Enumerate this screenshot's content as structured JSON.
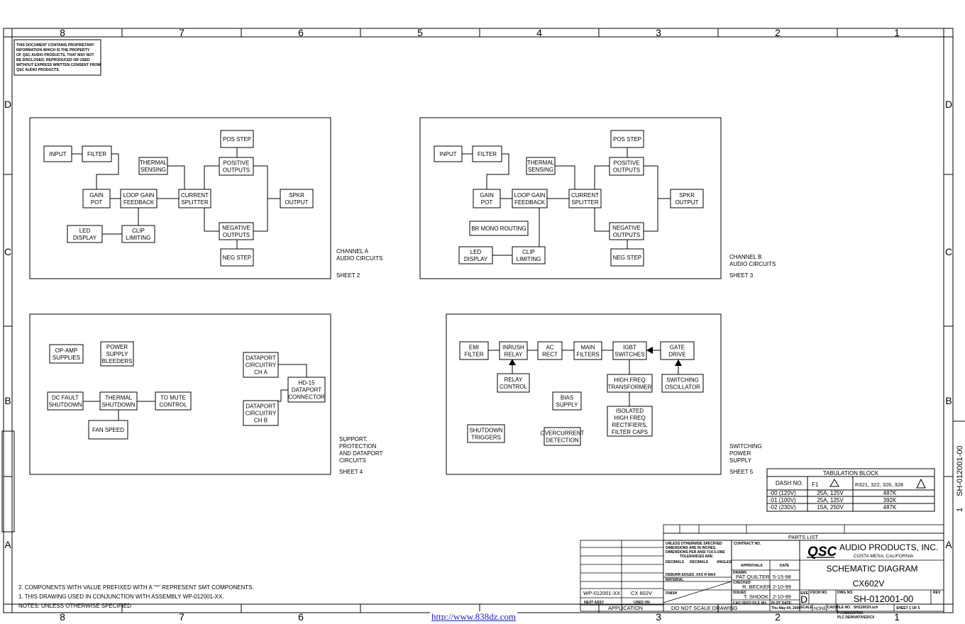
{
  "zones_top": [
    "8",
    "7",
    "6",
    "5",
    "4",
    "3",
    "2",
    "1"
  ],
  "zones_side": [
    "D",
    "C",
    "B",
    "A"
  ],
  "proprietary": [
    "THIS DOCUMENT CONTAINS PROPRIETARY",
    "INFORMATION WHICH IS THE PROPERTY",
    "OF QSC AUDIO PRODUCTS, THAT MAY NOT",
    "BE DISCLOSED, REPRODUCED OR USED",
    "WITHOUT EXPRESS WRITTEN CONSENT FROM",
    "QSC AUDIO PRODUCTS."
  ],
  "blocks": {
    "a_input": "INPUT",
    "a_filter": "FILTER",
    "a_gain": [
      "GAIN",
      "POT"
    ],
    "a_loop": [
      "LOOP GAIN",
      "FEEDBACK"
    ],
    "a_thermal": [
      "THERMAL",
      "SENSING"
    ],
    "a_current": [
      "CURRENT",
      "SPLITTER"
    ],
    "a_posstep": "POS STEP",
    "a_posout": [
      "POSITIVE",
      "OUTPUTS"
    ],
    "a_negout": [
      "NEGATIVE",
      "OUTPUTS"
    ],
    "a_negstep": "NEG STEP",
    "a_spkr": [
      "SPKR",
      "OUTPUT"
    ],
    "a_led": [
      "LED",
      "DISPLAY"
    ],
    "a_clip": [
      "CLIP",
      "LIMITING"
    ],
    "b_input": "INPUT",
    "b_filter": "FILTER",
    "b_gain": [
      "GAIN",
      "POT"
    ],
    "b_loop": [
      "LOOP GAIN",
      "FEEDBACK"
    ],
    "b_thermal": [
      "THERMAL",
      "SENSING"
    ],
    "b_current": [
      "CURRENT",
      "SPLITTER"
    ],
    "b_posstep": "POS STEP",
    "b_posout": [
      "POSITIVE",
      "OUTPUTS"
    ],
    "b_negout": [
      "NEGATIVE",
      "OUTPUTS"
    ],
    "b_negstep": "NEG STEP",
    "b_spkr": [
      "SPKR",
      "OUTPUT"
    ],
    "b_brmono": "BR MONO ROUTING",
    "b_led": [
      "LED",
      "DISPLAY"
    ],
    "b_clip": [
      "CLIP",
      "LIMITING"
    ],
    "s_opamp": [
      "OP-AMP",
      "SUPPLIES"
    ],
    "s_power": [
      "POWER",
      "SUPPLY",
      "BLEEDERS"
    ],
    "s_dc": [
      "DC FAULT",
      "SHUTDOWN"
    ],
    "s_thermal": [
      "THERMAL",
      "SHUTDOWN"
    ],
    "s_mute": [
      "TO MUTE",
      "CONTROL"
    ],
    "s_fan": "FAN SPEED",
    "s_dpa": [
      "DATAPORT",
      "CIRCUITRY",
      "CH A"
    ],
    "s_dpb": [
      "DATAPORT",
      "CIRCUITRY",
      "CH B"
    ],
    "s_hd15": [
      "HD-15",
      "DATAPORT",
      "CONNECTOR"
    ],
    "p_emi": [
      "EMI",
      "FILTER"
    ],
    "p_inrush": [
      "INRUSH",
      "RELAY"
    ],
    "p_ac": [
      "AC",
      "RECT"
    ],
    "p_main": [
      "MAIN",
      "FILTERS"
    ],
    "p_igbt": [
      "IGBT",
      "SWITCHES"
    ],
    "p_gate": [
      "GATE",
      "DRIVE"
    ],
    "p_relay": [
      "RELAY",
      "CONTROL"
    ],
    "p_hf": [
      "HIGH FREQ",
      "TRANSFORMER"
    ],
    "p_osc": [
      "SWITCHING",
      "OSCILLATOR"
    ],
    "p_bias": [
      "BIAS",
      "SUPPLY"
    ],
    "p_iso": [
      "ISOLATED",
      "HIGH FREQ",
      "RECTIFIERS,",
      "FILTER CAPS"
    ],
    "p_shut": [
      "SHUTDOWN",
      "TRIGGERS"
    ],
    "p_over": [
      "OVERCURRENT",
      "DETECTION"
    ]
  },
  "captions": {
    "a": [
      "CHANNEL A",
      "AUDIO CIRCUITS"
    ],
    "a_sheet": "SHEET 2",
    "b": [
      "CHANNEL B",
      "AUDIO CIRCUITS"
    ],
    "b_sheet": "SHEET 3",
    "s": [
      "SUPPORT,",
      "PROTECTION",
      "AND DATAPORT",
      "CIRCUITS"
    ],
    "s_sheet": "SHEET 4",
    "p": [
      "SWITCHING",
      "POWER",
      "SUPPLY"
    ],
    "p_sheet": "SHEET 5"
  },
  "tabulation": {
    "title": "TABULATION BLOCK",
    "headers": [
      "DASH NO.",
      "F1",
      "R321, 322, 326, 328"
    ],
    "rows": [
      [
        "-00 (120V)",
        "25A, 125V",
        "487K"
      ],
      [
        "-01 (100V)",
        "25A, 125V",
        "392K"
      ],
      [
        "-02 (230V)",
        "15A, 250V",
        "487K"
      ]
    ]
  },
  "notes": [
    "2. COMPONENTS WITH VALUE PREFIXED WITH A \"^\" REPRESENT SMT COMPONENTS.",
    "1. THIS DRAWING USED IN CONJUNCTION WITH ASSEMBLY WP-012001-XX.",
    "NOTES: UNLESS OTHERWISE SPECIFIED"
  ],
  "title_block": {
    "parts_list": "PARTS LIST",
    "logo": "QSC",
    "company": "AUDIO PRODUCTS, INC.",
    "city": "COSTA MESA, CALIFORNIA",
    "title": "SCHEMATIC DIAGRAM",
    "model": "CX602V",
    "dwg_no": "SH-012001-00",
    "size": "D",
    "scale": "NONE",
    "sheet": "SHEET 1 OF 5",
    "drawn": "PAT QUILTER",
    "drawn_date": "5-15-98",
    "checked": "R. BECKER",
    "checked_date": "2-10-99",
    "issued": "T. SHOOK",
    "issued_date": "2-10-99",
    "tolerance_lines": [
      "UNLESS OTHERWISE SPECIFIED",
      "DIMENSIONS ARE IN INCHES.",
      "DIMENSIONS PER ANSI Y14.5-1982",
      "TOLERANCES ARE:"
    ],
    "labels": {
      "contract": "CONTRACT NO.",
      "approvals": "APPROVALS",
      "date": "DATE",
      "drawn": "DRAWN",
      "checked": "CHECKED",
      "issued": "ISSUED",
      "cad": "CAD SEED FILE NO.",
      "plot": "PLOT DATE:",
      "size": "SIZE",
      "fscm": "FSCM NO.",
      "dwgno": "DWG NO.",
      "rev": "REV",
      "scale": "SCALE",
      "cadfile": "CAD FILE NO.",
      "material": "MATERIAL",
      "finish": "FINISH",
      "decimals": "DECIMALS",
      "angles": "ANGLES",
      "deburr": "DEBURR EDGES .XXX R MAX",
      "noscale": "DO NOT SCALE DRAWING",
      "application": "APPLICATION",
      "next_assy": "NEXT ASSY",
      "used_on": "USED ON"
    },
    "plot_date": "Thu May 04, 2000",
    "cad_file": "SH12001H.sch",
    "path": [
      "P:\\TANGOPRO\\",
      "PLC DERIVATIVES\\CX"
    ],
    "next_assy": "WP-012001-XX",
    "used_on": "CX 602V",
    "side_code": "SH-012001-00",
    "side_sheet": "1"
  },
  "url": "http://www.838dz.com"
}
